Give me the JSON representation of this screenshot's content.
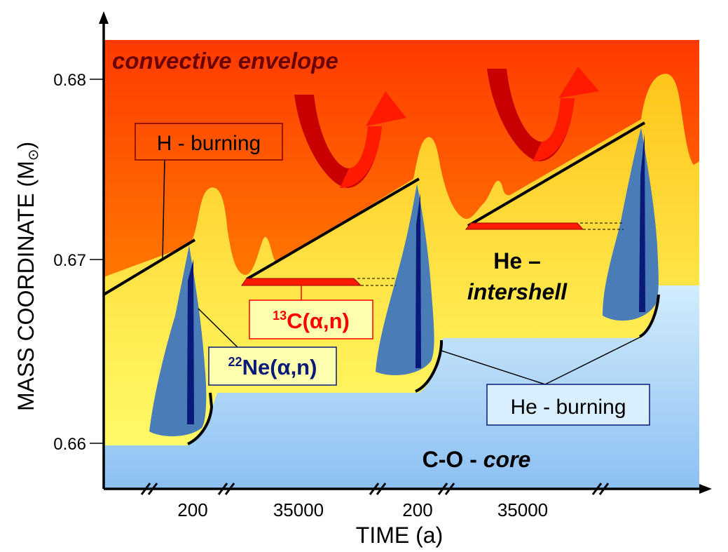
{
  "axes": {
    "y_label": "MASS COORDINATE (M",
    "y_label_symbol": "⊙",
    "y_label_close": ")",
    "y_ticks": [
      "0.68",
      "0.67",
      "0.66"
    ],
    "x_label": "TIME (a)",
    "x_segments": [
      "200",
      "35000",
      "200",
      "35000"
    ]
  },
  "regions": {
    "envelope": "convective envelope",
    "intershell_line1": "He –",
    "intershell_line2": "intershell",
    "core_prefix": "C-O - ",
    "core_suffix": "core"
  },
  "callouts": {
    "h_burning": "H - burning",
    "c13_sup": "13",
    "c13_text": "C(α,n)",
    "ne22_sup": "22",
    "ne22_text": "Ne(α,n)",
    "he_burning": "He - burning"
  },
  "colors": {
    "envelope_top": "#ff3b00",
    "envelope_bottom": "#ffb300",
    "intershell_top": "#ffcc22",
    "intershell_bottom": "#ffff66",
    "core_top": "#c8e8fb",
    "core_bottom": "#8cc0f2",
    "pulse_fill": "#4a7db8",
    "pulse_core": "#0a1a78",
    "c13_label": "#ff0000",
    "ne22_label": "#0b1a78",
    "arrow_red": "#ff0000",
    "arrow_dark": "#c80000"
  }
}
